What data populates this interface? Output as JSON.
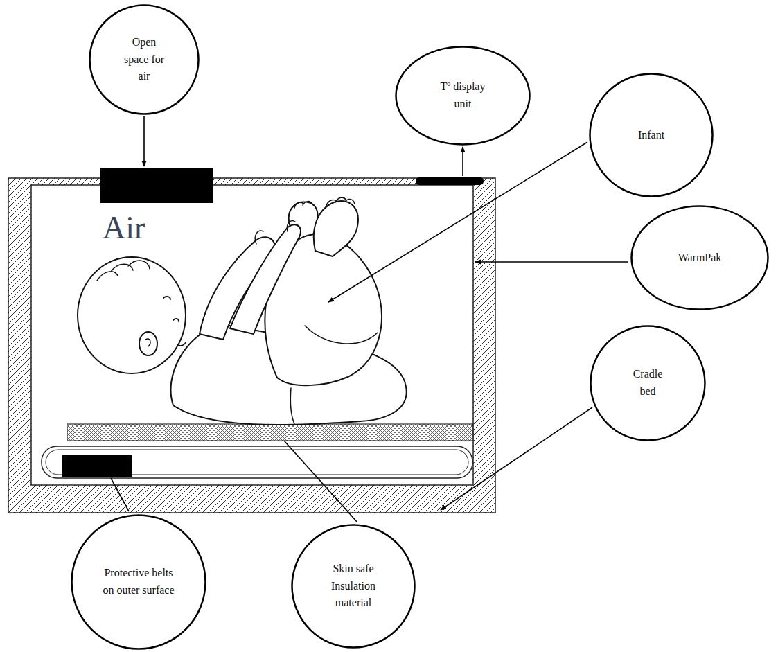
{
  "diagram": {
    "nodes": [
      {
        "text": [
          "Open space for air"
        ]
      },
      {
        "text": [
          "Tº display unit"
        ]
      },
      {
        "text": [
          "Infant"
        ]
      },
      {
        "text": [
          "WarmPak"
        ]
      },
      {
        "text": [
          "Cradle bed"
        ]
      },
      {
        "text": [
          "Protective belts on outer surface"
        ]
      },
      {
        "text": [
          "Skin safe Insulation material"
        ]
      }
    ],
    "labels": [
      "Air"
    ]
  }
}
